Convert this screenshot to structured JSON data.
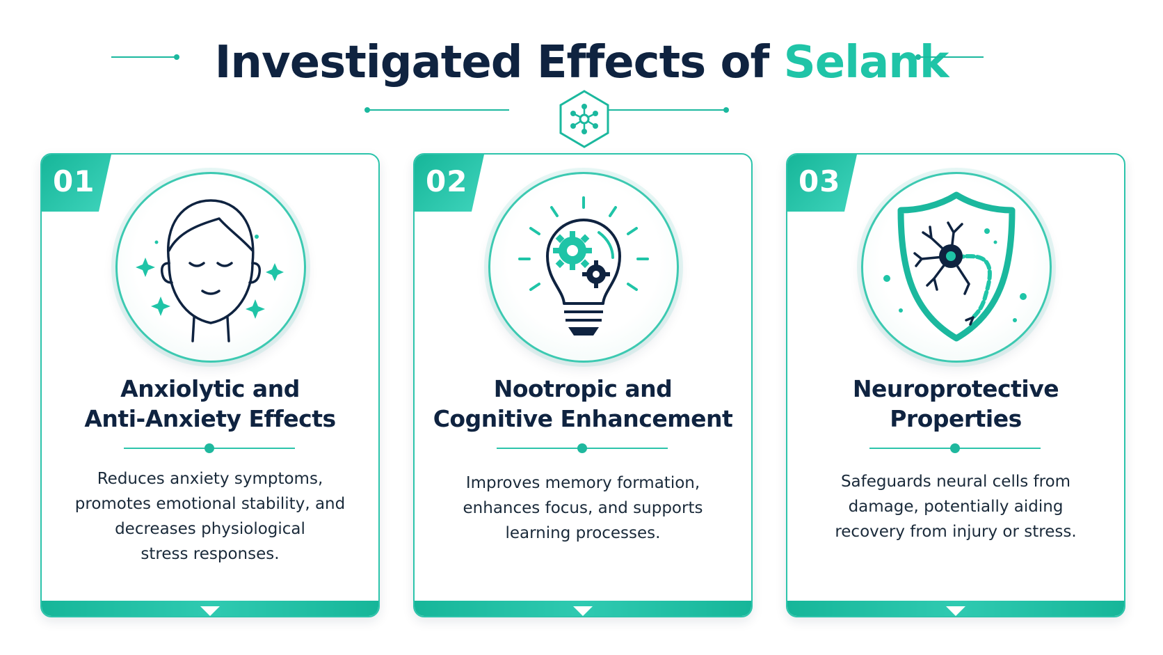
{
  "header": {
    "title_main": "Investigated Effects of",
    "title_accent": "Selank",
    "badge_icon": "molecule-icon"
  },
  "colors": {
    "accent": "#1fc4a7",
    "navy": "#0f2340",
    "teal_dark": "#16b699"
  },
  "cards": [
    {
      "number": "01",
      "icon": "calm-face-icon",
      "heading_lines": [
        "Anxiolytic and",
        "Anti-Anxiety Effects"
      ],
      "desc_lines": [
        "Reduces anxiety symptoms,",
        "promotes emotional stability, and",
        "decreases physiological",
        "stress responses."
      ]
    },
    {
      "number": "02",
      "icon": "lightbulb-gears-icon",
      "heading_lines": [
        "Nootropic and",
        "Cognitive Enhancement"
      ],
      "desc_lines": [
        "Improves memory formation,",
        "enhances focus, and supports",
        "learning processes."
      ]
    },
    {
      "number": "03",
      "icon": "shield-neuron-icon",
      "heading_lines": [
        "Neuroprotective",
        "Properties"
      ],
      "desc_lines": [
        "Safeguards neural cells from",
        "damage, potentially aiding",
        "recovery from injury or stress."
      ]
    }
  ]
}
